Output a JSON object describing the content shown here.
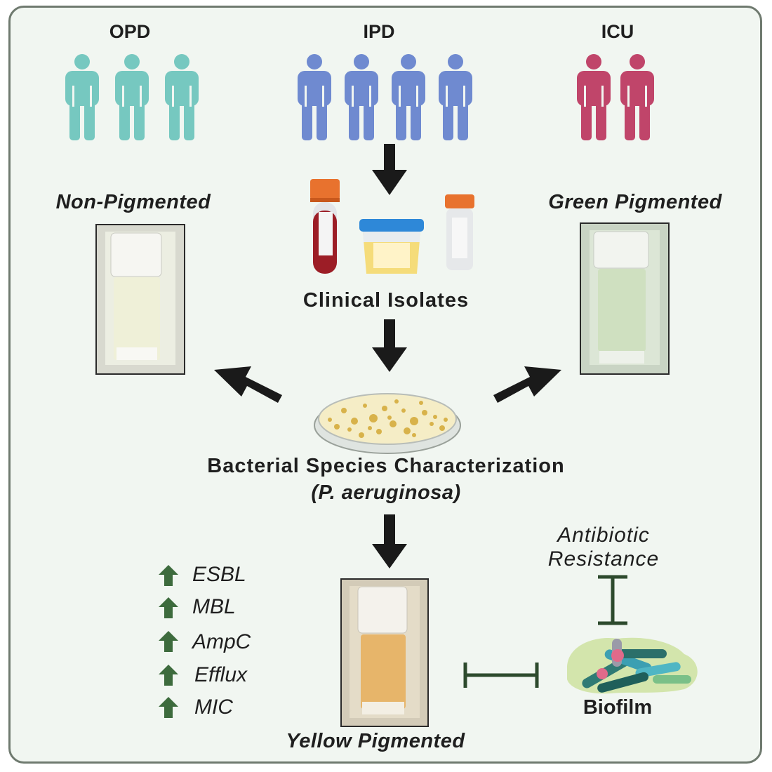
{
  "groups": [
    {
      "label": "OPD",
      "color": "#76c8c0",
      "count": 3
    },
    {
      "label": "IPD",
      "color": "#6f8ad0",
      "count": 4
    },
    {
      "label": "ICU",
      "color": "#c0456a",
      "count": 2
    }
  ],
  "clinical_isolates": "Clinical Isolates",
  "characterization": {
    "line1": "Bacterial Species Characterization",
    "line2": "(P. aeruginosa)"
  },
  "non_pigmented": "Non-Pigmented",
  "green_pigmented": "Green Pigmented",
  "yellow_pigmented": "Yellow Pigmented",
  "markers": [
    "ESBL",
    "MBL",
    "AmpC",
    "Efflux",
    "MIC"
  ],
  "antibiotic_resistance": {
    "line1": "Antibiotic",
    "line2": "Resistance"
  },
  "biofilm": "Biofilm",
  "colors": {
    "background": "#f1f6f1",
    "border": "#6f7a6f",
    "arrow": "#1a1a1a",
    "inhibit": "#2d4a2d",
    "up_arrow": "#3d6b3d",
    "vial_clear": "#eff0d8",
    "vial_green": "#cfe0c0",
    "vial_yellow": "#e7b56a"
  }
}
